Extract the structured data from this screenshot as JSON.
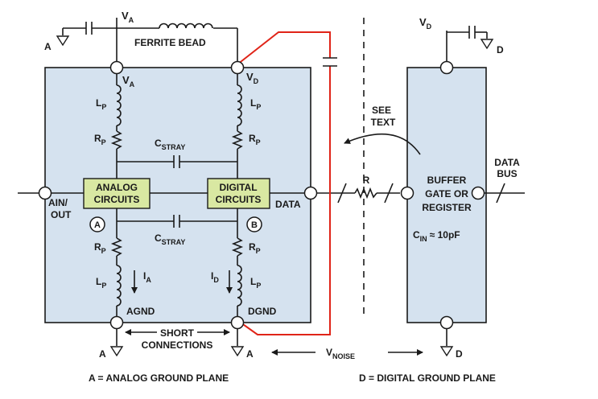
{
  "colors": {
    "board_fill": "#d5e2ef",
    "circuit_box_fill": "#d9e8a2",
    "trace_red": "#e02418",
    "ink": "#1a1a1a"
  },
  "labels": {
    "va_top_v": "V",
    "va_top_sub": "A",
    "vd_top_v": "V",
    "vd_top_sub": "D",
    "ferrite_bead": "FERRITE BEAD",
    "va_in_v": "V",
    "va_in_sub": "A",
    "vd_in_v": "V",
    "vd_in_sub": "D",
    "lp": "L",
    "lp_sub": "P",
    "rp": "R",
    "rp_sub": "P",
    "cstray": "C",
    "cstray_sub": "STRAY",
    "analog_line1": "ANALOG",
    "analog_line2": "CIRCUITS",
    "digital_line1": "DIGITAL",
    "digital_line2": "CIRCUITS",
    "ain_line1": "AIN/",
    "ain_line2": "OUT",
    "data": "DATA",
    "circle_a": "A",
    "circle_b": "B",
    "ia": "I",
    "ia_sub": "A",
    "id": "I",
    "id_sub": "D",
    "agnd": "AGND",
    "dgnd": "DGND",
    "short_line1": "SHORT",
    "short_line2": "CONNECTIONS",
    "gnd_a": "A",
    "gnd_d": "D",
    "vnoise_v": "V",
    "vnoise_sub": "NOISE",
    "see_line1": "SEE",
    "see_line2": "TEXT",
    "resistor_r": "R",
    "buffer_line1": "BUFFER",
    "buffer_line2": "GATE OR",
    "buffer_line3": "REGISTER",
    "cin_c": "C",
    "cin_sub": "IN",
    "cin_value": "≈ 10pF",
    "data_bus_line1": "DATA",
    "data_bus_line2": "BUS",
    "legend_analog": "A = ANALOG GROUND PLANE",
    "legend_digital": "D = DIGITAL GROUND PLANE"
  }
}
